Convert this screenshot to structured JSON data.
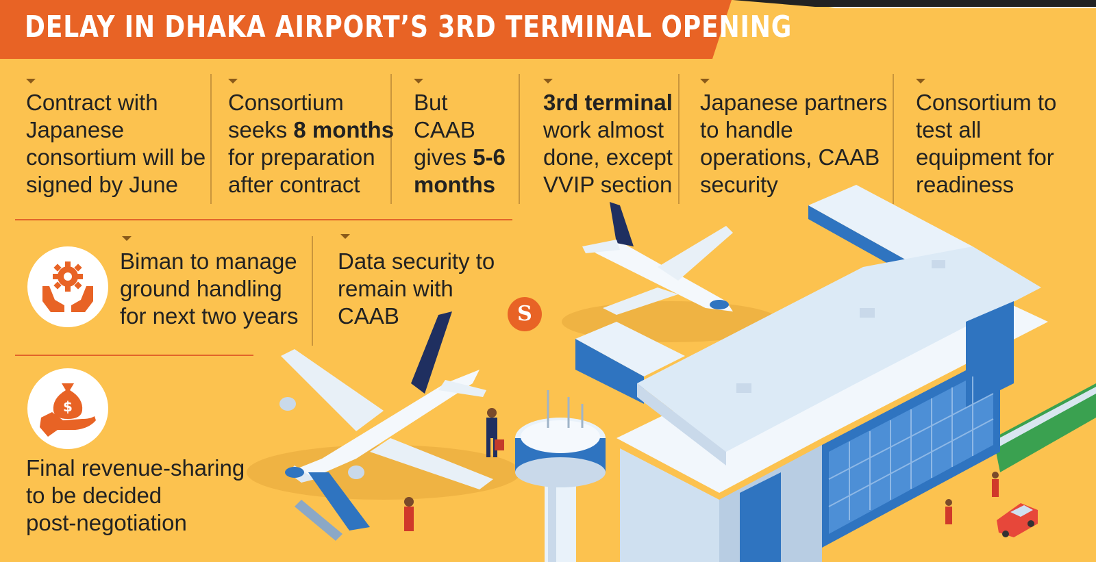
{
  "header": {
    "title": "DELAY IN DHAKA AIRPORT’S 3RD TERMINAL OPENING"
  },
  "facts": {
    "f1": {
      "lines": [
        "Contract with",
        "Japanese",
        "consortium will be",
        "signed by June"
      ]
    },
    "f2": {
      "l1": "Consortium",
      "l2a": "seeks ",
      "l2b": "8 months",
      "l3": "for preparation",
      "l4": "after contract"
    },
    "f3": {
      "l1": "But",
      "l2": "CAAB",
      "l3a": "gives ",
      "l3b": "5-6",
      "l4": "months"
    },
    "f4": {
      "l1": "3rd terminal",
      "l2": "work almost",
      "l3": "done, except",
      "l4": "VVIP section"
    },
    "f5": {
      "lines": [
        "Japanese partners",
        "to handle",
        "operations, CAAB",
        "security"
      ]
    },
    "f6": {
      "lines": [
        "Consortium to",
        "test all",
        "equipment for",
        "readiness"
      ]
    },
    "f7": {
      "lines": [
        "Biman to manage",
        "ground handling",
        "for next two years"
      ]
    },
    "f8": {
      "lines": [
        "Data security to",
        "remain with",
        "CAAB"
      ]
    },
    "f9": {
      "lines": [
        "Final revenue-sharing",
        "to be decided",
        "post-negotiation"
      ]
    }
  },
  "icons": {
    "gear_hands": "gear-hands-icon",
    "money_hand": "money-hand-icon",
    "dollar_sign": "$",
    "logo_letters": "S"
  },
  "colors": {
    "background": "#FCC24F",
    "title_bar": "#E86325",
    "accent": "#E86325",
    "text": "#222222"
  }
}
